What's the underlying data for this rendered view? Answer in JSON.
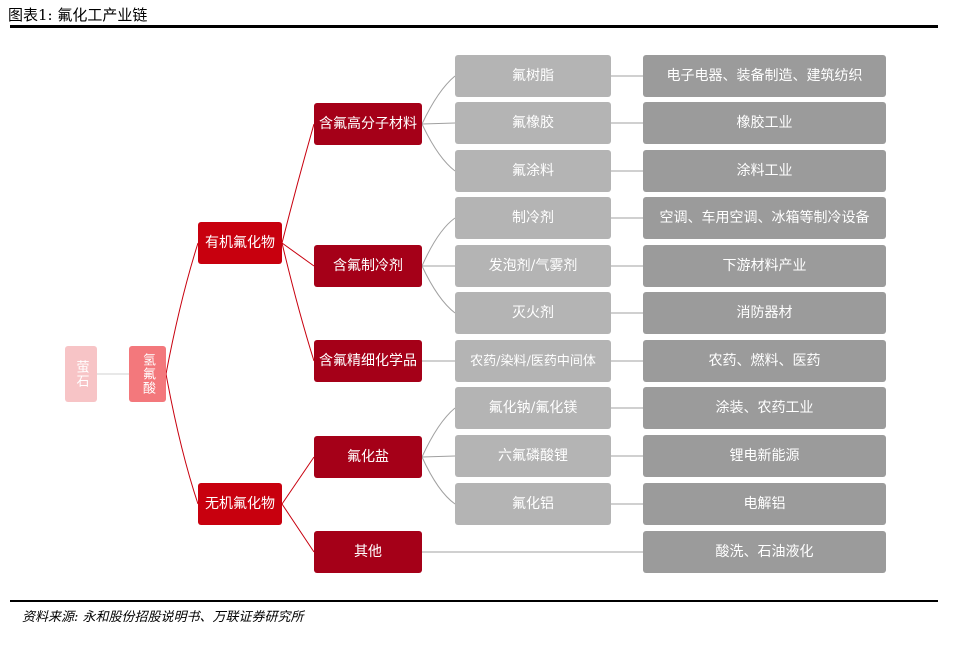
{
  "title": "图表1:  氟化工产业链",
  "source": "资料来源: 永和股份招股说明书、万联证券研究所",
  "chain": {
    "raw": "萤石",
    "acid": "氢氟酸",
    "organic": {
      "label": "有机氟化物",
      "groups": [
        {
          "label": "含氟高分子材料",
          "items": [
            {
              "product": "氟树脂",
              "use": "电子电器、装备制造、建筑纺织"
            },
            {
              "product": "氟橡胶",
              "use": "橡胶工业"
            },
            {
              "product": "氟涂料",
              "use": "涂料工业"
            }
          ]
        },
        {
          "label": "含氟制冷剂",
          "items": [
            {
              "product": "制冷剂",
              "use": "空调、车用空调、冰箱等制冷设备"
            },
            {
              "product": "发泡剂/气雾剂",
              "use": "下游材料产业"
            },
            {
              "product": "灭火剂",
              "use": "消防器材"
            }
          ]
        },
        {
          "label": "含氟精细化学品",
          "items": [
            {
              "product": "农药/染料/医药中间体",
              "use": "农药、燃料、医药"
            }
          ]
        }
      ]
    },
    "inorganic": {
      "label": "无机氟化物",
      "groups": [
        {
          "label": "氟化盐",
          "items": [
            {
              "product": "氟化钠/氟化镁",
              "use": "涂装、农药工业"
            },
            {
              "product": "六氟磷酸锂",
              "use": "锂电新能源"
            },
            {
              "product": "氟化铝",
              "use": "电解铝"
            }
          ]
        },
        {
          "label": "其他",
          "items": [
            {
              "use": "酸洗、石油液化"
            }
          ]
        }
      ]
    }
  }
}
